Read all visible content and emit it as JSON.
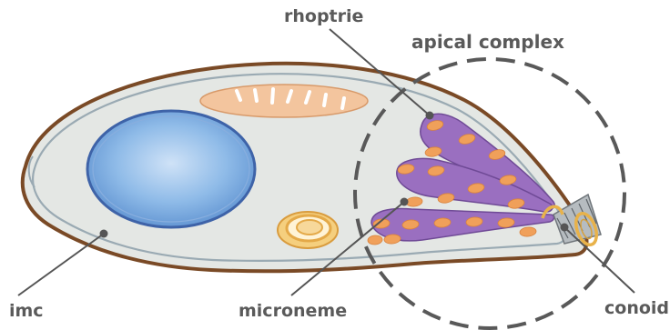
{
  "labels": {
    "rhoptrie": "rhoptrie",
    "apical_complex": "apical complex",
    "imc": "imc",
    "microneme": "microneme",
    "conoid": "conoid"
  },
  "colors": {
    "cell_fill": "#e4e7e4",
    "cell_outline": "#7a4a26",
    "imc_line": "#9aaab3",
    "nucleus": "#6fa3dc",
    "mitochondrion": "#f3c59e",
    "organelle_ring": "#e8b24a",
    "rhoptrie": "#9a6fc0",
    "microneme": "#f0a05a",
    "leader_line": "#555555",
    "label_text": "#5a5a5a"
  }
}
